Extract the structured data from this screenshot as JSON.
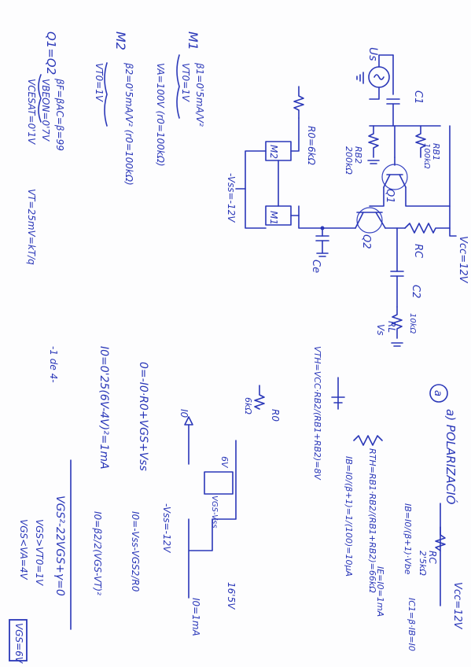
{
  "page": {
    "orientation": "rotated 90 degrees (landscape notes)"
  },
  "circuit1": {
    "vcc": "Vcc=12V",
    "vs_source": "Us",
    "c1": "C1",
    "c2": "C2",
    "rb1": "RB1",
    "rb1_val": "100kΩ",
    "rb2": "RB2",
    "rb2_val": "200kΩ",
    "rc": "RC",
    "q1": "Q1",
    "q2": "Q2",
    "ro_label": "R0=6kΩ",
    "m1": "M1",
    "m2": "M2",
    "vss": "-Vss=-12V",
    "ce": "Ce",
    "rl": "RL",
    "rl_val": "10kΩ",
    "vs_out": "Vs"
  },
  "params": {
    "m1_title": "M1",
    "m1_beta": "β1=0'5mA/V²",
    "m1_vto": "VT0=1V",
    "m1_va": "VA=100V  (r0=100kΩ)",
    "m2_title": "M2",
    "m2_beta": "β2=0'5mA/V²  (r0=100kΩ)",
    "m2_vto": "VT0=1V",
    "q_title": "Q1=Q2",
    "q_beta": "βF=βAC=β=99",
    "q_vbe": "VBEON=0'7V",
    "q_vcesat": "VCESAT=0'1V",
    "q_vt": "VT=25mV=kT/q"
  },
  "analysis": {
    "title": "a) POLARIZACIÓ",
    "vcc": "Vcc=12V",
    "rc": "RC",
    "rc_val": "2'5kΩ",
    "rth": "RTH=RB1·RB2/(RB1+RB2)=66kΩ",
    "vth": "VTH=VCC·RB2/(RB1+RB2)=8V",
    "ib_eq": "IB=I0/(β+1)=1/(100)=10μA",
    "ib2": "IB=I0/(β+1)·Vbe",
    "ic_eq": "IC1=β·IB=I0",
    "ic2": "IE=I0=1mA",
    "i0_label": "I0",
    "vss": "-Vss=-12V",
    "node_6v": "6V",
    "vgs": "VGS-Vss",
    "i0_1ma": "I0=1mA",
    "v16": "16'5V",
    "eq1": "0=-I0·R0+VGS+Vss",
    "eq2": "I0=-Vss-VGS2/R0",
    "eq3": "I0=0'25(6V-4V)²=1mA",
    "eq4": "I0=β2/2(VGS-VT)²",
    "eq5": "VGS²-22VGS+γ=0",
    "eq6": "VGS>VT0=1V",
    "eq7": "VGS<VA=4V",
    "result": "VGS=6V",
    "note1": "-1 de 4-",
    "ro": "R0",
    "ro_val": "6kΩ"
  }
}
